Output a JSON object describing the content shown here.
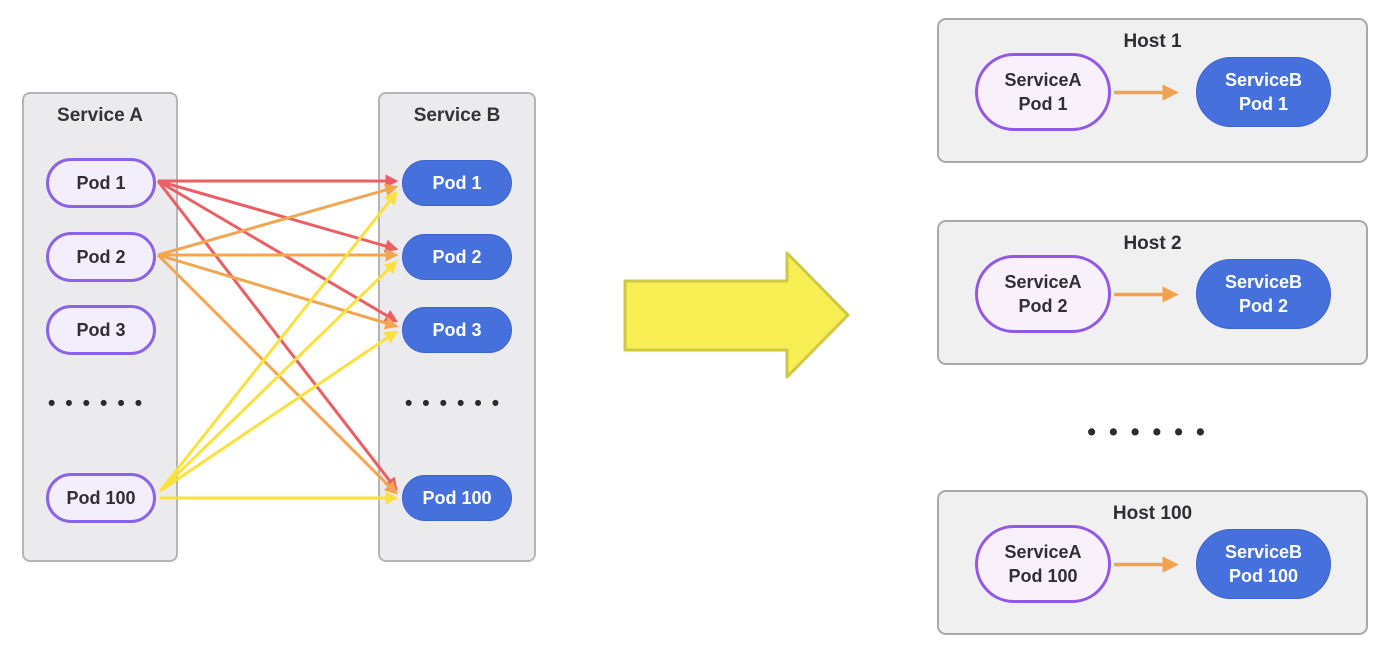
{
  "colors": {
    "background": "#ffffff",
    "container_fill": "#ebebed",
    "container_border": "#b5b5b7",
    "host_fill": "#f0f0f1",
    "host_border": "#a9a9ab",
    "pod_a_fill": "#f3eefb",
    "pod_a_border": "#8a63e6",
    "pod_b_fill": "#4671dd",
    "pod_b_text": "#ffffff",
    "mesh_red": "#ea5f63",
    "mesh_orange": "#f2a651",
    "mesh_yellow": "#f9e13e",
    "transform_arrow_fill": "#f7ee54",
    "transform_arrow_border": "#cfc843",
    "flow_arrow_orange": "#f2a14f",
    "text_dark": "#2e2e33",
    "dots": "#2b2b30"
  },
  "mesh": {
    "service_a": {
      "title": "Service A",
      "pods": [
        "Pod 1",
        "Pod 2",
        "Pod 3",
        "Pod 100"
      ],
      "ellipsis": "••••••"
    },
    "service_b": {
      "title": "Service B",
      "pods": [
        "Pod 1",
        "Pod 2",
        "Pod 3",
        "Pod 100"
      ],
      "ellipsis": "••••••"
    },
    "connections": [
      {
        "from": "Service A Pod 1",
        "to": "Service B Pod 1",
        "color": "red"
      },
      {
        "from": "Service A Pod 1",
        "to": "Service B Pod 2",
        "color": "red"
      },
      {
        "from": "Service A Pod 1",
        "to": "Service B Pod 3",
        "color": "red"
      },
      {
        "from": "Service A Pod 1",
        "to": "Service B Pod 100",
        "color": "red"
      },
      {
        "from": "Service A Pod 2",
        "to": "Service B Pod 1",
        "color": "orange"
      },
      {
        "from": "Service A Pod 2",
        "to": "Service B Pod 2",
        "color": "orange"
      },
      {
        "from": "Service A Pod 2",
        "to": "Service B Pod 3",
        "color": "orange"
      },
      {
        "from": "Service A Pod 2",
        "to": "Service B Pod 100",
        "color": "orange"
      },
      {
        "from": "Service A Pod 100",
        "to": "Service B Pod 1",
        "color": "yellow"
      },
      {
        "from": "Service A Pod 100",
        "to": "Service B Pod 2",
        "color": "yellow"
      },
      {
        "from": "Service A Pod 100",
        "to": "Service B Pod 3",
        "color": "yellow"
      },
      {
        "from": "Service A Pod 100",
        "to": "Service B Pod 100",
        "color": "yellow"
      }
    ]
  },
  "transform_arrow": {
    "direction": "right"
  },
  "hosts": {
    "ellipsis": "••••••",
    "items": [
      {
        "title": "Host 1",
        "source_line1": "ServiceA",
        "source_line2": "Pod 1",
        "target_line1": "ServiceB",
        "target_line2": "Pod 1"
      },
      {
        "title": "Host 2",
        "source_line1": "ServiceA",
        "source_line2": "Pod 2",
        "target_line1": "ServiceB",
        "target_line2": "Pod 2"
      },
      {
        "title": "Host 100",
        "source_line1": "ServiceA",
        "source_line2": "Pod 100",
        "target_line1": "ServiceB",
        "target_line2": "Pod 100"
      }
    ]
  }
}
